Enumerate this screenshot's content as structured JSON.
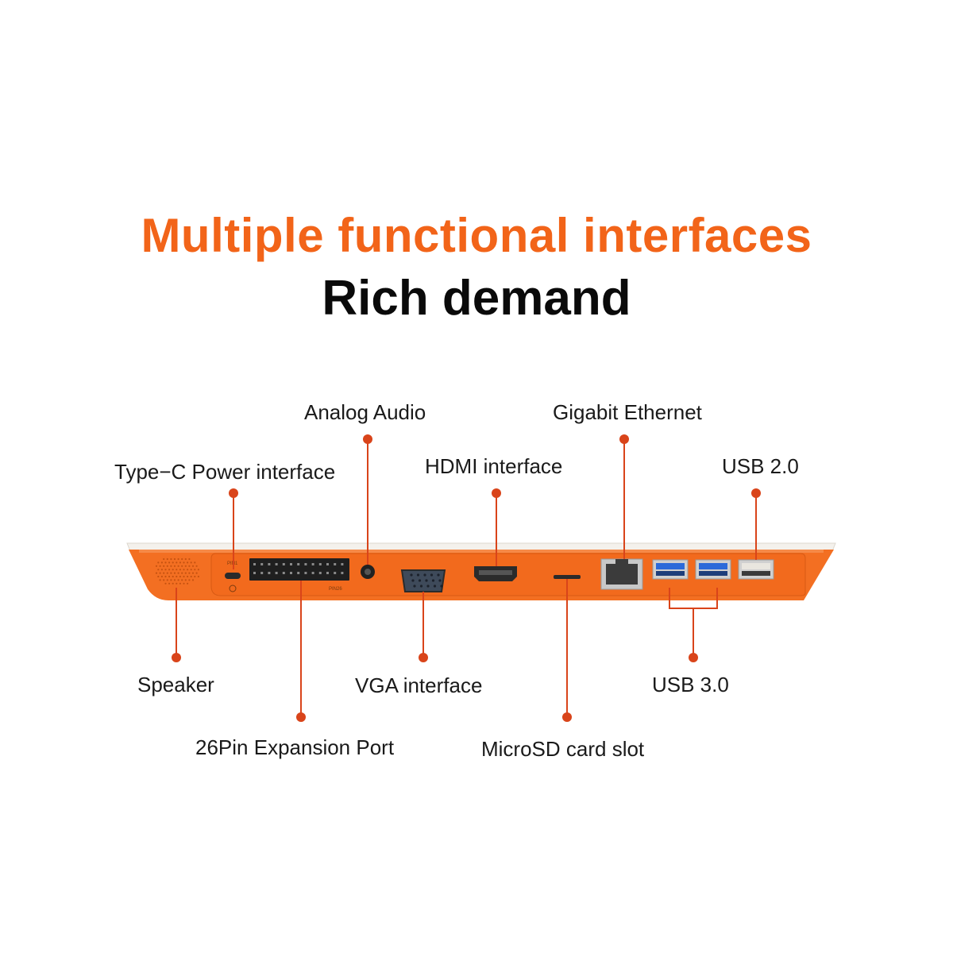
{
  "heading": {
    "main": "Multiple functional interfaces",
    "sub": "Rich demand"
  },
  "device": {
    "body_color": "#f36f22",
    "shell_color": "#f4f1ec",
    "port_color": "#2b2b2b",
    "usb3_color": "#2c6ad9",
    "usb2_color": "#e9e6df",
    "silk_pin1": "PIN1",
    "silk_pin26": "PIN26"
  },
  "labels": {
    "type_c": "Type−C Power interface",
    "analog_audio": "Analog Audio",
    "hdmi": "HDMI interface",
    "gigabit_ethernet": "Gigabit Ethernet",
    "usb2": "USB 2.0",
    "speaker": "Speaker",
    "expansion": "26Pin Expansion Port",
    "vga": "VGA interface",
    "microsd": "MicroSD card slot",
    "usb3": "USB 3.0"
  },
  "colors": {
    "accent": "#f26419",
    "leader": "#d9441a"
  }
}
